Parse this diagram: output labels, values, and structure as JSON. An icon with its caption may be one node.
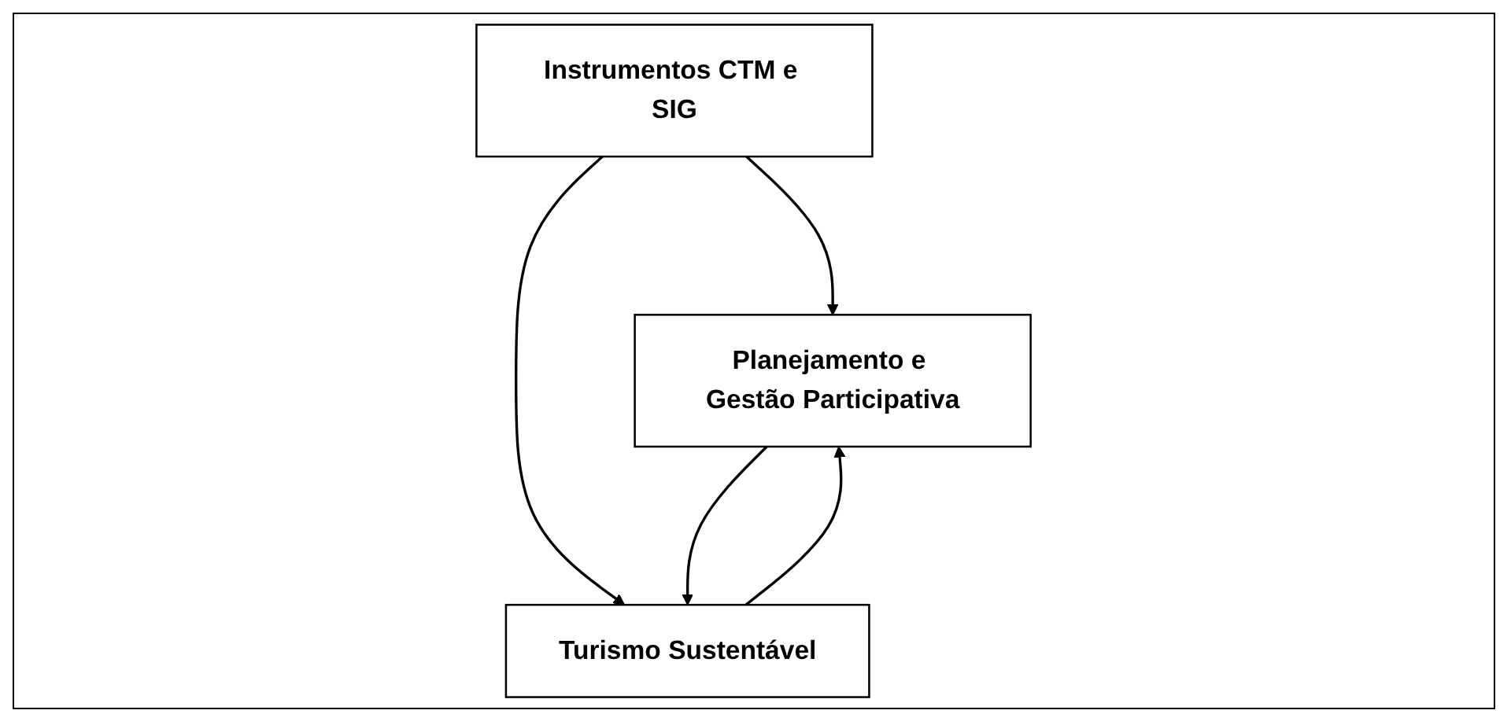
{
  "diagram": {
    "nodes": [
      {
        "text": [
          "Instrumentos CTM e SIG"
        ]
      },
      {
        "text": [
          "Planejamento e Gestão Participativa"
        ]
      },
      {
        "text": [
          "Turismo Sustentável"
        ]
      }
    ],
    "edges": [
      {
        "from": 0,
        "to": 1,
        "arrow": "to"
      },
      {
        "from": 0,
        "to": 2,
        "arrow": "to"
      },
      {
        "from": 1,
        "to": 2,
        "arrow": "to"
      },
      {
        "from": 2,
        "to": 1,
        "arrow": "to"
      }
    ]
  }
}
